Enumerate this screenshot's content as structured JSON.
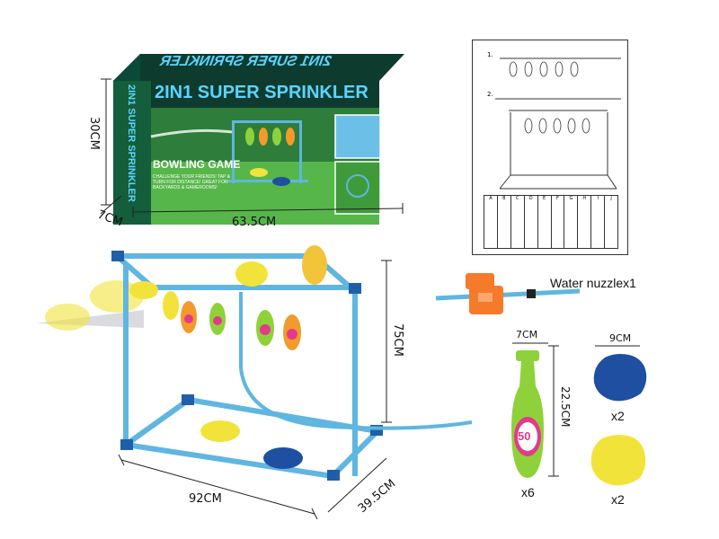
{
  "box": {
    "top_title": "2IN1 SUPER SPRINKLER",
    "front_title": "2IN1 SUPER SPRINKLER",
    "side_title": "2IN1 SUPER SPRINKLER",
    "subtitle": "BOWLING GAME",
    "tagline": "CHALLENGE YOUR FRIENDS! TAP & TURN FOR DISTANCE! GREAT FOR BACKYARDS & GAMEROOMS!"
  },
  "dimensions": {
    "box_height": "30CM",
    "box_depth": "7CM",
    "box_width": "63.5CM",
    "frame_height": "75CM",
    "frame_width": "92CM",
    "frame_depth": "39.5CM",
    "pin_width": "7CM",
    "pin_height": "22.5CM",
    "disc_width": "9CM"
  },
  "nozzle_label": "Water nuzzlex1",
  "pin_number": "50",
  "quantities": {
    "pins": "x6",
    "blue_disc": "x2",
    "yellow_disc": "x2"
  },
  "manual": {
    "step1": "1.",
    "step2": "2.",
    "part_letters": [
      "A",
      "B",
      "C",
      "D",
      "E",
      "F",
      "G",
      "H",
      "I",
      "J"
    ]
  },
  "colors": {
    "pipe_blue": "#5fb6e0",
    "joint_blue": "#1f5fa8",
    "pin_green": "#8fd13a",
    "pin_orange": "#f39a2b",
    "pin_magenta": "#e23b8a",
    "disc_blue": "#1e4fa0",
    "disc_yellow": "#f2e33a",
    "nozzle_orange": "#f57a2a"
  }
}
